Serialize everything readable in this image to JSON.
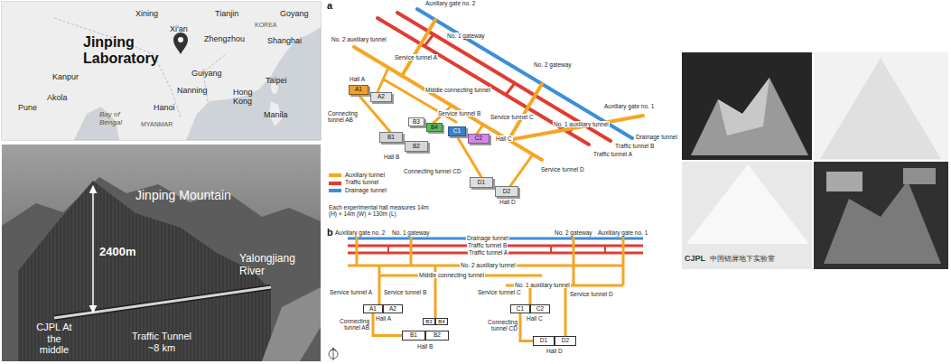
{
  "diagram": {
    "nodes": [
      {
        "text": [
          "A1"
        ]
      },
      {
        "text": [
          "A2"
        ]
      },
      {
        "text": [
          "B3"
        ]
      },
      {
        "text": [
          "B4"
        ]
      },
      {
        "text": [
          "C1"
        ]
      },
      {
        "text": [
          "C2"
        ]
      },
      {
        "text": [
          "B1"
        ]
      },
      {
        "text": [
          "B2"
        ]
      },
      {
        "text": [
          "D1"
        ]
      },
      {
        "text": [
          "D2"
        ]
      },
      {
        "text": [
          "A1"
        ]
      },
      {
        "text": [
          "A2"
        ]
      },
      {
        "text": [
          "C1"
        ]
      },
      {
        "text": [
          "C2"
        ]
      },
      {
        "text": [
          "B3"
        ]
      },
      {
        "text": [
          "B4"
        ]
      },
      {
        "text": [
          "B1"
        ]
      },
      {
        "text": [
          "B2"
        ]
      },
      {
        "text": [
          "D1"
        ]
      },
      {
        "text": [
          "D2"
        ]
      }
    ],
    "edges": [
      {
        "from": 10,
        "to": 16,
        "arrow": "none"
      },
      {
        "from": 12,
        "to": 18,
        "arrow": "none"
      }
    ],
    "labels": [
      "Xining",
      "Tianjin",
      "Goyang",
      "KOREA",
      "Xi'an",
      "Zhengzhou",
      "Shanghai",
      "Jinping Laboratory",
      "Kanpur",
      "Guiyang",
      "Taipei",
      "Nanning",
      "Hong Kong",
      "Akola",
      "Pune",
      "Hanoi",
      "Bay of Bengal",
      "Manila",
      "MYANMAR",
      "Jinping Mountain",
      "2400m",
      "Yalongjiang River",
      "CJPL At the middle",
      "Traffic Tunnel ~8 km",
      "a",
      "Auxiliary gate no. 2",
      "No. 1 gateway",
      "No. 2 auxiliary tunnel",
      "Service tunnel A",
      "No. 2 gateway",
      "Hall A",
      "Connecting tunnel AB",
      "Service tunnel B",
      "Middle connecting tunnel",
      "Service tunnel C",
      "No. 1 auxiliary tunnel",
      "Auxiliary gate no. 1",
      "Drainage tunnel",
      "Traffic tunnel B",
      "Traffic tunnel A",
      "Hall B",
      "Hall C",
      "Service tunnel D",
      "Connecting tunnel CD",
      "Hall D",
      "Each experimental hall measures 14m (H) × 14m (W) × 130m (L)",
      "b",
      "Auxiliary gate no. 2",
      "No. 1 gateway",
      "Drainage tunnel",
      "No. 2 gateway",
      "Auxiliary gate no. 1",
      "Traffic tunnel B",
      "Traffic tunnel A",
      "No. 2 auxiliary tunnel",
      "Middle connecting tunnel",
      "No. 1 auxiliary tunnel",
      "Service tunnel A",
      "Service tunnel B",
      "Service tunnel C",
      "Service tunnel D",
      "Hall A",
      "Connecting tunnel AB",
      "Hall B",
      "Hall C",
      "Connecting tunnel CD",
      "Hall D",
      "CJPL",
      "中国锦屏地下实验室"
    ],
    "legend": [
      {
        "text": "Auxiliary tunnel",
        "color": "#f5a623"
      },
      {
        "text": "Traffic tunnel",
        "color": "#e03c31"
      },
      {
        "text": "Drainage tunnel",
        "color": "#3b8fd9"
      }
    ]
  }
}
